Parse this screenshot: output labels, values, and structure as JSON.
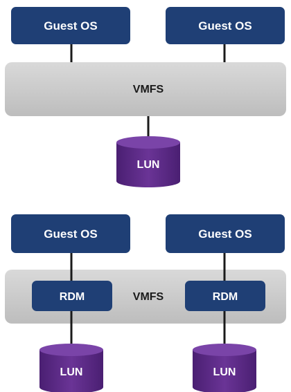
{
  "colors": {
    "guest_box": "#1f3f75",
    "guest_box_text": "#ffffff",
    "vmfs_bar": "#c8c8c8",
    "vmfs_text": "#1a1a1a",
    "rdm_box": "#1f3f75",
    "lun": "#5a2a84",
    "lun_text": "#ffffff",
    "connector": "#1a1a1a"
  },
  "top_diagram": {
    "guest_os_left": "Guest OS",
    "guest_os_right": "Guest OS",
    "vmfs_label": "VMFS",
    "lun_label": "LUN"
  },
  "bottom_diagram": {
    "guest_os_left": "Guest OS",
    "guest_os_right": "Guest OS",
    "rdm_left": "RDM",
    "rdm_right": "RDM",
    "vmfs_label": "VMFS",
    "lun_left": "LUN",
    "lun_right": "LUN"
  }
}
